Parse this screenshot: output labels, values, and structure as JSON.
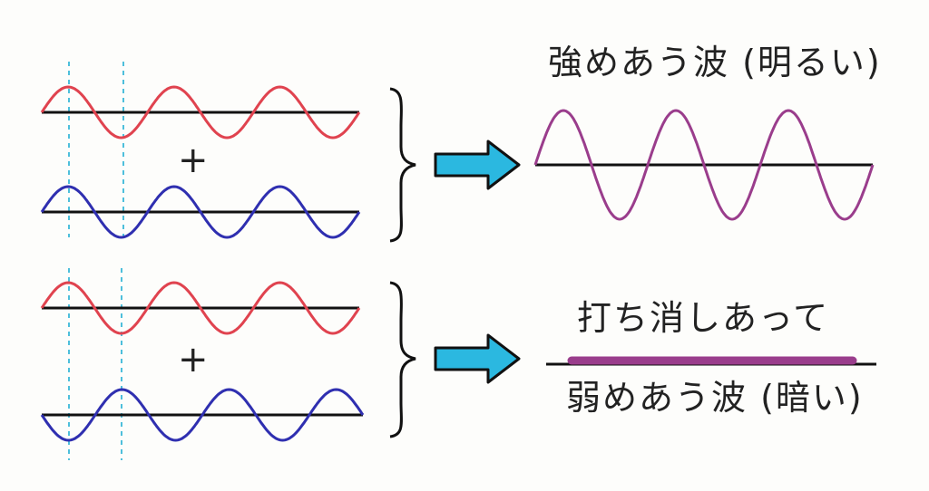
{
  "labels": {
    "constructive": "強めあう波 (明るい)",
    "destructive_top": "打ち消しあって",
    "destructive_bottom": "弱めあう波 (暗い)"
  },
  "symbols": {
    "plus": "+"
  },
  "colors": {
    "wave_a": "#e0434f",
    "wave_b": "#2f2fb0",
    "result": "#9a3d8c",
    "arrow": "#2bb8e0",
    "guide": "#3ab8d8",
    "axis": "#111111",
    "text": "#222222"
  },
  "icons": {
    "brace": "right-curly-brace-icon",
    "arrow": "right-arrow-icon"
  },
  "relations": {
    "top": "in-phase",
    "bottom": "opposite-phase"
  }
}
